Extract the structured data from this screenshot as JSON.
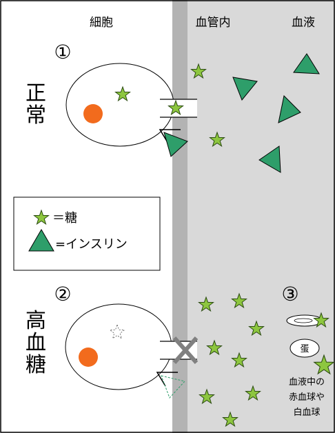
{
  "headers": {
    "cell": "細胞",
    "vessel": "血管内",
    "blood": "血液"
  },
  "panel1": {
    "marker": "①",
    "label": [
      "正",
      "常"
    ]
  },
  "panel2": {
    "marker": "②",
    "label": [
      "高",
      "血",
      "糖"
    ]
  },
  "panel3": {
    "marker": "③",
    "protein_label": "蛋",
    "caption": [
      "血液中の",
      "赤血球や",
      "白血球"
    ]
  },
  "legend": {
    "sugar_label": "＝糖",
    "insulin_label": "=インスリン"
  },
  "colors": {
    "sugar_star": "#8DC63F",
    "insulin_triangle": "#2E9E6A",
    "vessel_wall": "#B3B3B3",
    "blood_area": "#D9D9D9",
    "nucleus": "#F26B1D",
    "block_cross": "#808080"
  }
}
